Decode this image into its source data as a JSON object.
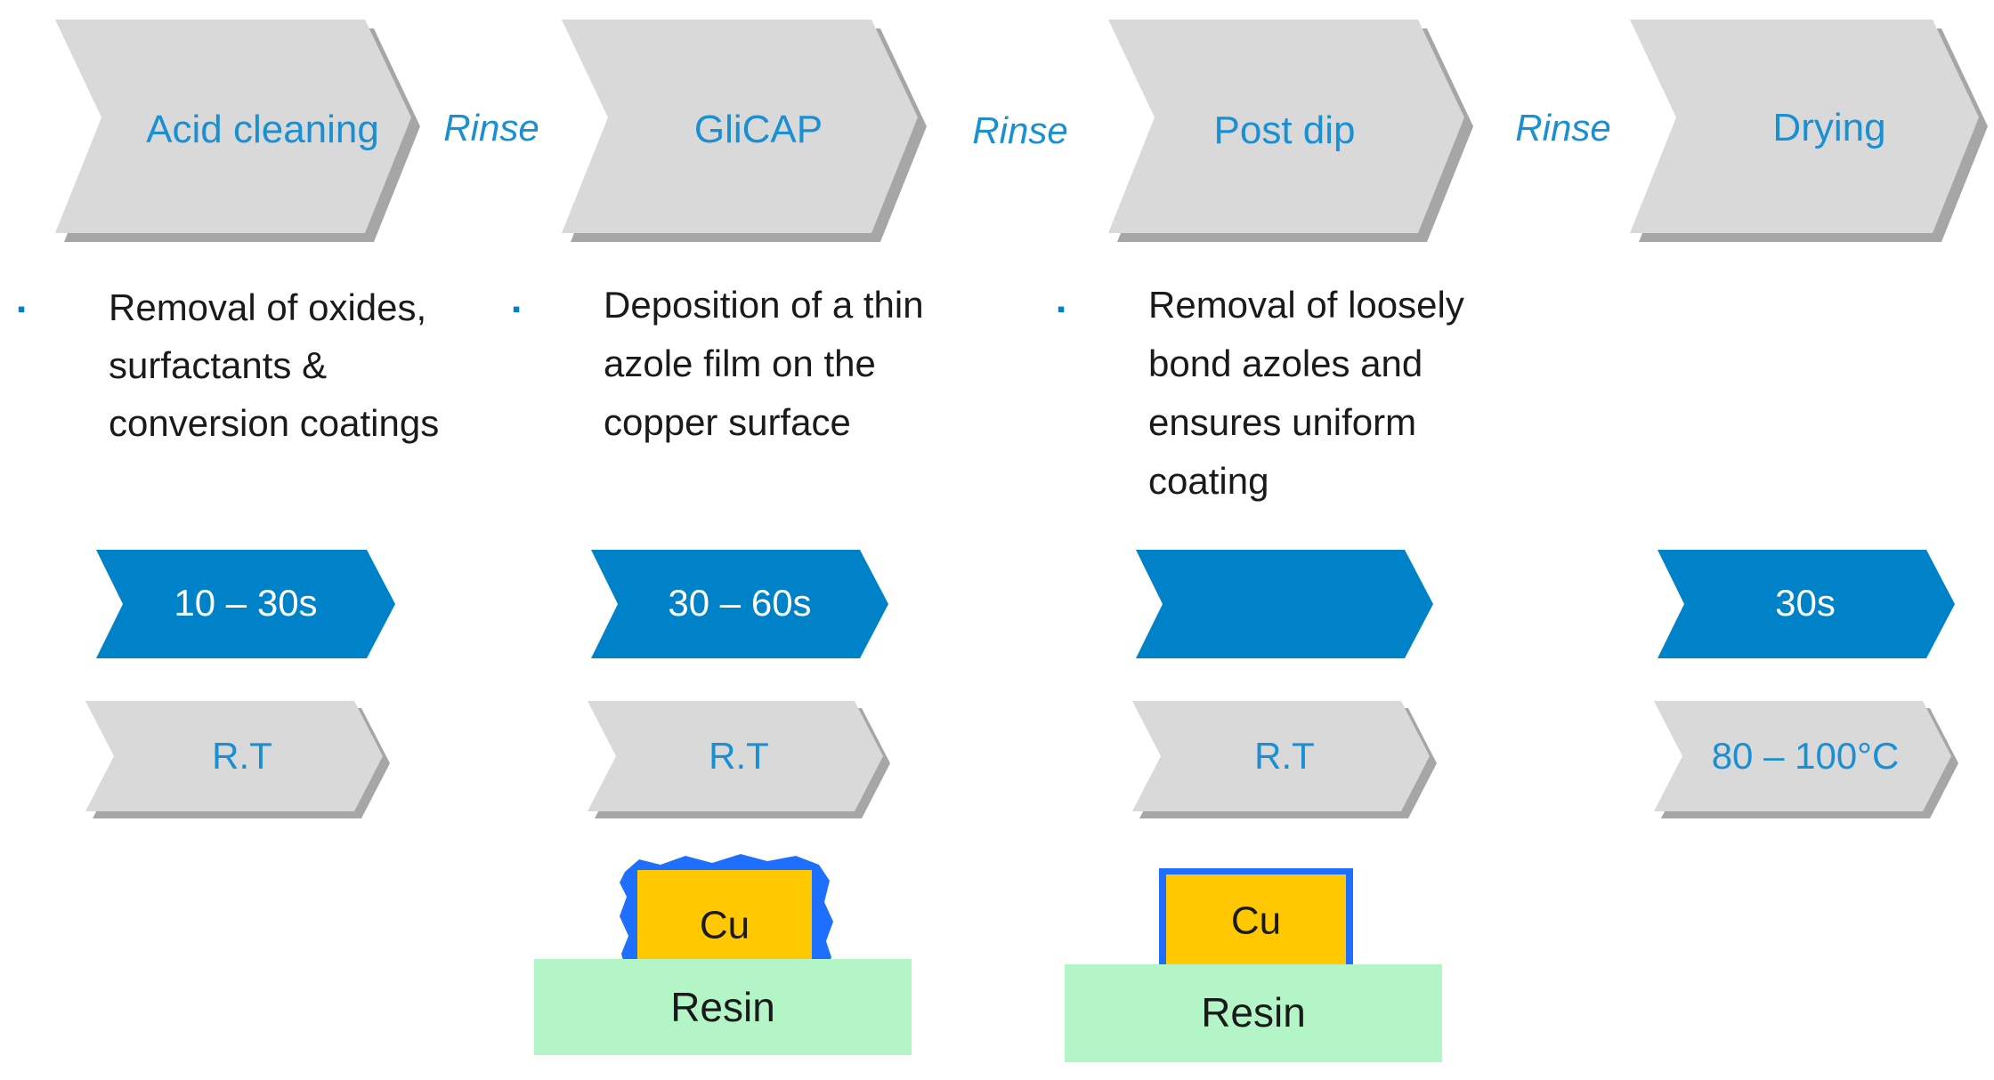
{
  "steps": [
    {
      "label": "Acid cleaning",
      "description": [
        "Removal of oxides,",
        "surfactants &",
        "conversion coatings"
      ],
      "time": "10 – 30s",
      "temperature": "R.T"
    },
    {
      "label": "GliCAP",
      "description": [
        "Deposition of a thin",
        "azole film on the",
        "copper surface"
      ],
      "time": "30 – 60s",
      "temperature": "R.T"
    },
    {
      "label": "Post dip",
      "description": [
        "Removal of loosely",
        "bond azoles and",
        "ensures uniform",
        "coating"
      ],
      "time": "",
      "temperature": "R.T"
    },
    {
      "label": "Drying",
      "description": [],
      "time": "30s",
      "temperature": "80 – 100°C"
    }
  ],
  "rinse_labels": [
    "Rinse",
    "Rinse",
    "Rinse"
  ],
  "bullet_glyph": "▪",
  "cross_sections": [
    {
      "metal_label": "Cu",
      "substrate_label": "Resin",
      "coating": "rough"
    },
    {
      "metal_label": "Cu",
      "substrate_label": "Resin",
      "coating": "uniform"
    }
  ],
  "colors": {
    "chevron_gray": "#d9d9d9",
    "chevron_shadow": "#a6a6a6",
    "accent_blue": "#0082c8",
    "label_blue": "#1a8fd1",
    "coating_blue": "#1f6fff",
    "copper_yellow": "#ffc800",
    "resin_green": "#b4f5c8"
  }
}
